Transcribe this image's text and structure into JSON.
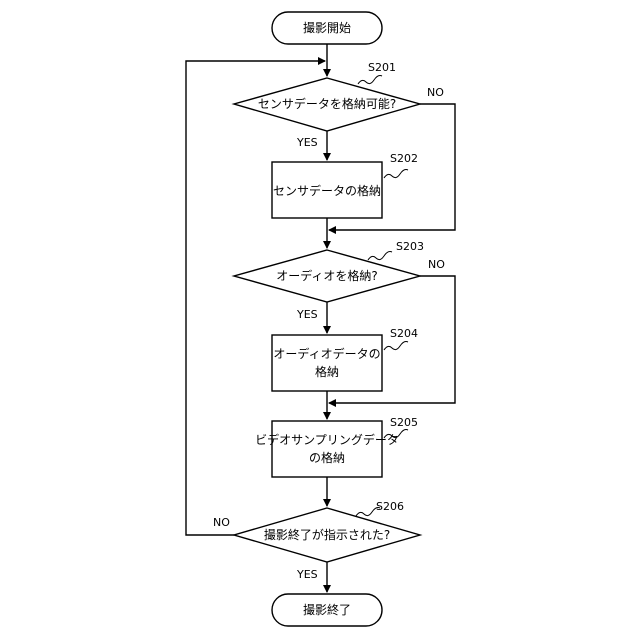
{
  "flowchart": {
    "start": {
      "label": "撮影開始"
    },
    "end": {
      "label": "撮影終了"
    },
    "decision_1": {
      "text": "センサデータを格納可能?",
      "step": "S201",
      "yes": "YES",
      "no": "NO"
    },
    "process_1": {
      "text": "センサデータの格納",
      "step": "S202"
    },
    "decision_2": {
      "text": "オーディオを格納?",
      "step": "S203",
      "yes": "YES",
      "no": "NO"
    },
    "process_2": {
      "line1": "オーディオデータの",
      "line2": "格納",
      "step": "S204"
    },
    "process_3": {
      "line1": "ビデオサンプリングデータ",
      "line2": "の格納",
      "step": "S205"
    },
    "decision_3": {
      "text": "撮影終了が指示された?",
      "step": "S206",
      "yes": "YES",
      "no": "NO"
    }
  }
}
